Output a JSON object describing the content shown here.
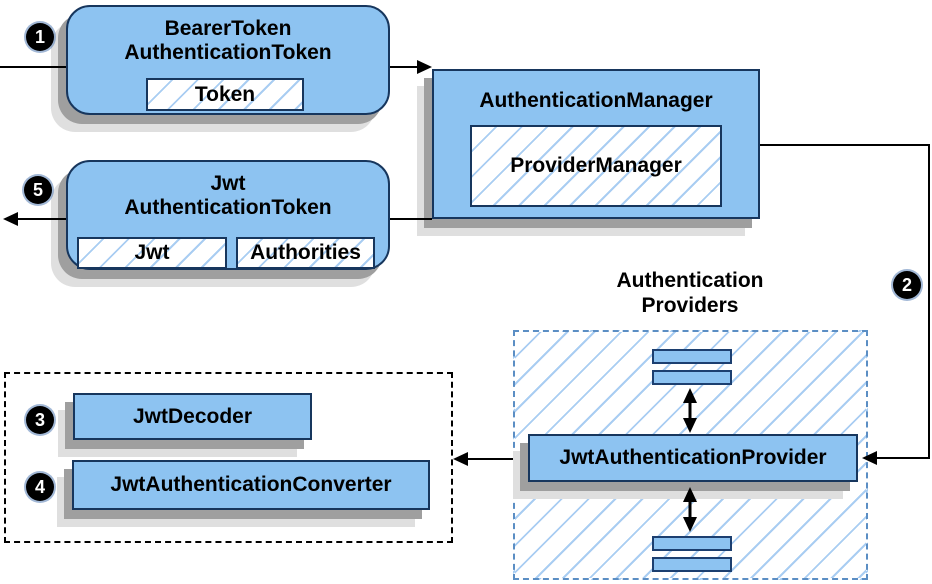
{
  "badges": {
    "step1": "1",
    "step2": "2",
    "step3": "3",
    "step4": "4",
    "step5": "5"
  },
  "nodes": {
    "bearer_token": {
      "title_line1": "BearerToken",
      "title_line2": "AuthenticationToken",
      "field_token": "Token"
    },
    "authentication_manager": {
      "title": "AuthenticationManager",
      "field_provider_manager": "ProviderManager"
    },
    "jwt_authentication_token": {
      "title_line1": "Jwt",
      "title_line2": "AuthenticationToken",
      "field_jwt": "Jwt",
      "field_authorities": "Authorities"
    },
    "authentication_providers": {
      "label_line1": "Authentication",
      "label_line2": "Providers"
    },
    "jwt_authentication_provider": {
      "title": "JwtAuthenticationProvider"
    },
    "jwt_decoder": {
      "title": "JwtDecoder"
    },
    "jwt_authentication_converter": {
      "title": "JwtAuthenticationConverter"
    }
  },
  "colors": {
    "node_fill": "#8dc3f1",
    "node_border": "#17365d",
    "hatch_line": "#a9cdf2",
    "providers_dashed_border": "#5b8ec4",
    "black_dashed_border": "#000000",
    "shadow_dark": "#9f9f9f",
    "shadow_light": "#dfdfdf",
    "arrow": "#000000",
    "badge_background": "#000000",
    "badge_text": "#ffffff"
  }
}
